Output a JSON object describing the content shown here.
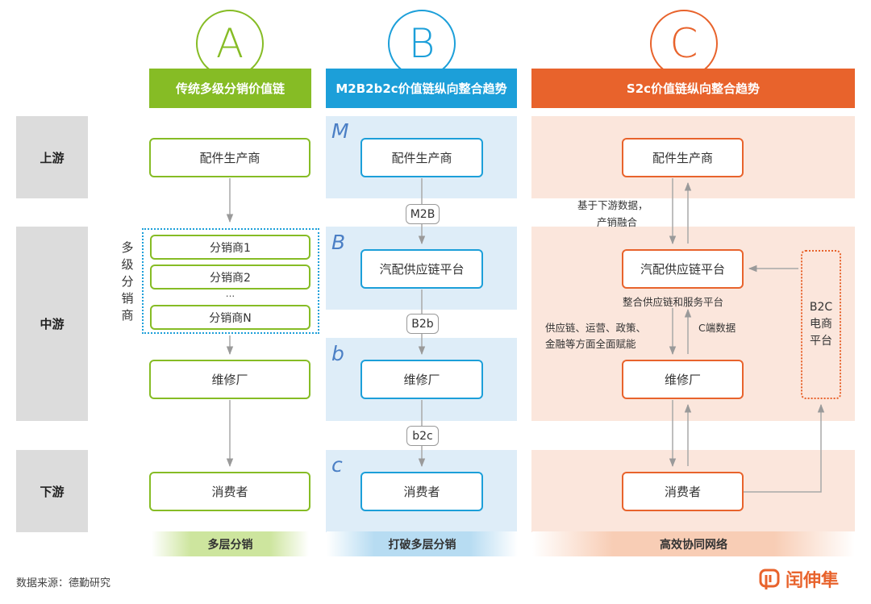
{
  "column_a": {
    "letter": "A",
    "title": "传统多级分销价值链",
    "top_node": "配件生产商",
    "multi_level_label": "多级分销商",
    "distributors": [
      "分销商1",
      "分销商2",
      "...",
      "分销商N"
    ],
    "repair_node": "维修厂",
    "consumer_node": "消费者",
    "footer": "多层分销"
  },
  "column_b": {
    "letter": "B",
    "title": "M2B2b2c价值链纵向整合趋势",
    "tier_letters": [
      "M",
      "B",
      "b",
      "c"
    ],
    "top_node": "配件生产商",
    "platform_node": "汽配供应链平台",
    "repair_node": "维修厂",
    "consumer_node": "消费者",
    "link_labels": [
      "M2B",
      "B2b",
      "b2c"
    ],
    "footer": "打破多层分销"
  },
  "column_c": {
    "letter": "C",
    "title": "S2c价值链纵向整合趋势",
    "top_node": "配件生产商",
    "platform_node": "汽配供应链平台",
    "repair_node": "维修厂",
    "consumer_node": "消费者",
    "b2c_platform": "B2C电商平台",
    "annotation_upstream": [
      "基于下游数据，",
      "产销融合"
    ],
    "annotation_platform": "整合供应链和服务平台",
    "annotation_empower": [
      "供应链、运营、政策、",
      "金融等方面全面赋能"
    ],
    "annotation_data": "C端数据",
    "footer": "高效协同网络"
  },
  "stages": [
    "上游",
    "中游",
    "下游"
  ],
  "source": "数据来源：德勤研究",
  "logo_text": "闰伸隼",
  "colors": {
    "green": "#86bc25",
    "blue": "#1c9fd9",
    "orange": "#e8632c"
  }
}
